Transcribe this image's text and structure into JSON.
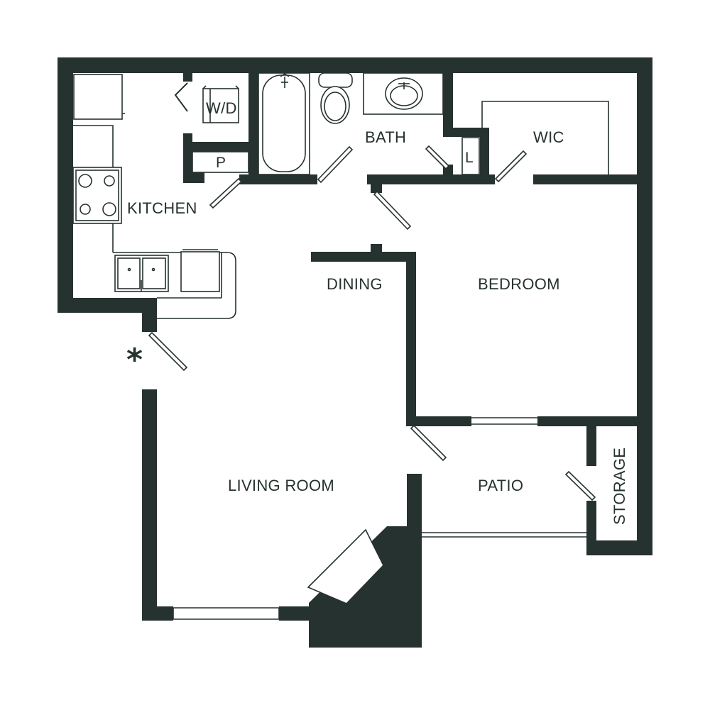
{
  "colors": {
    "wall": "#263230",
    "background": "#ffffff"
  },
  "rooms": {
    "kitchen": "KITCHEN",
    "washer_dryer": "W/D",
    "pantry": "P",
    "bath": "BATH",
    "linen": "L",
    "wic": "WIC",
    "dining": "DINING",
    "bedroom": "BEDROOM",
    "living_room": "LIVING ROOM",
    "patio": "PATIO",
    "storage": "STORAGE"
  },
  "markers": {
    "entry": "*"
  }
}
